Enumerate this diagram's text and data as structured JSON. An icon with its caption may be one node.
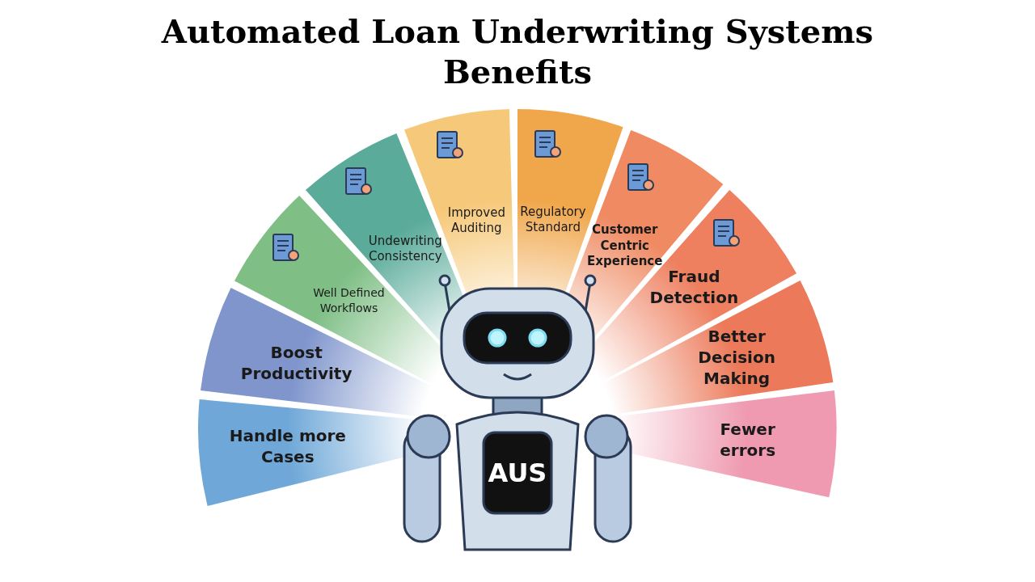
{
  "diagram": {
    "title": "Automated Loan Underwriting Systems Benefits",
    "nodes": [
      {
        "text": [
          "Handle more Cases"
        ]
      },
      {
        "text": [
          "Boost Productivity"
        ]
      },
      {
        "text": [
          "Well Defined Workflows"
        ]
      },
      {
        "text": [
          "Undewriting Consistency"
        ]
      },
      {
        "text": [
          "Improved Auditing"
        ]
      },
      {
        "text": [
          "Regulatory Standard"
        ]
      },
      {
        "text": [
          "Customer Centric Experience"
        ]
      },
      {
        "text": [
          "Fraud Detection"
        ]
      },
      {
        "text": [
          "Better Decision Making"
        ]
      },
      {
        "text": [
          "Fewer errors"
        ]
      },
      {
        "text": [
          "AUS"
        ]
      }
    ]
  }
}
